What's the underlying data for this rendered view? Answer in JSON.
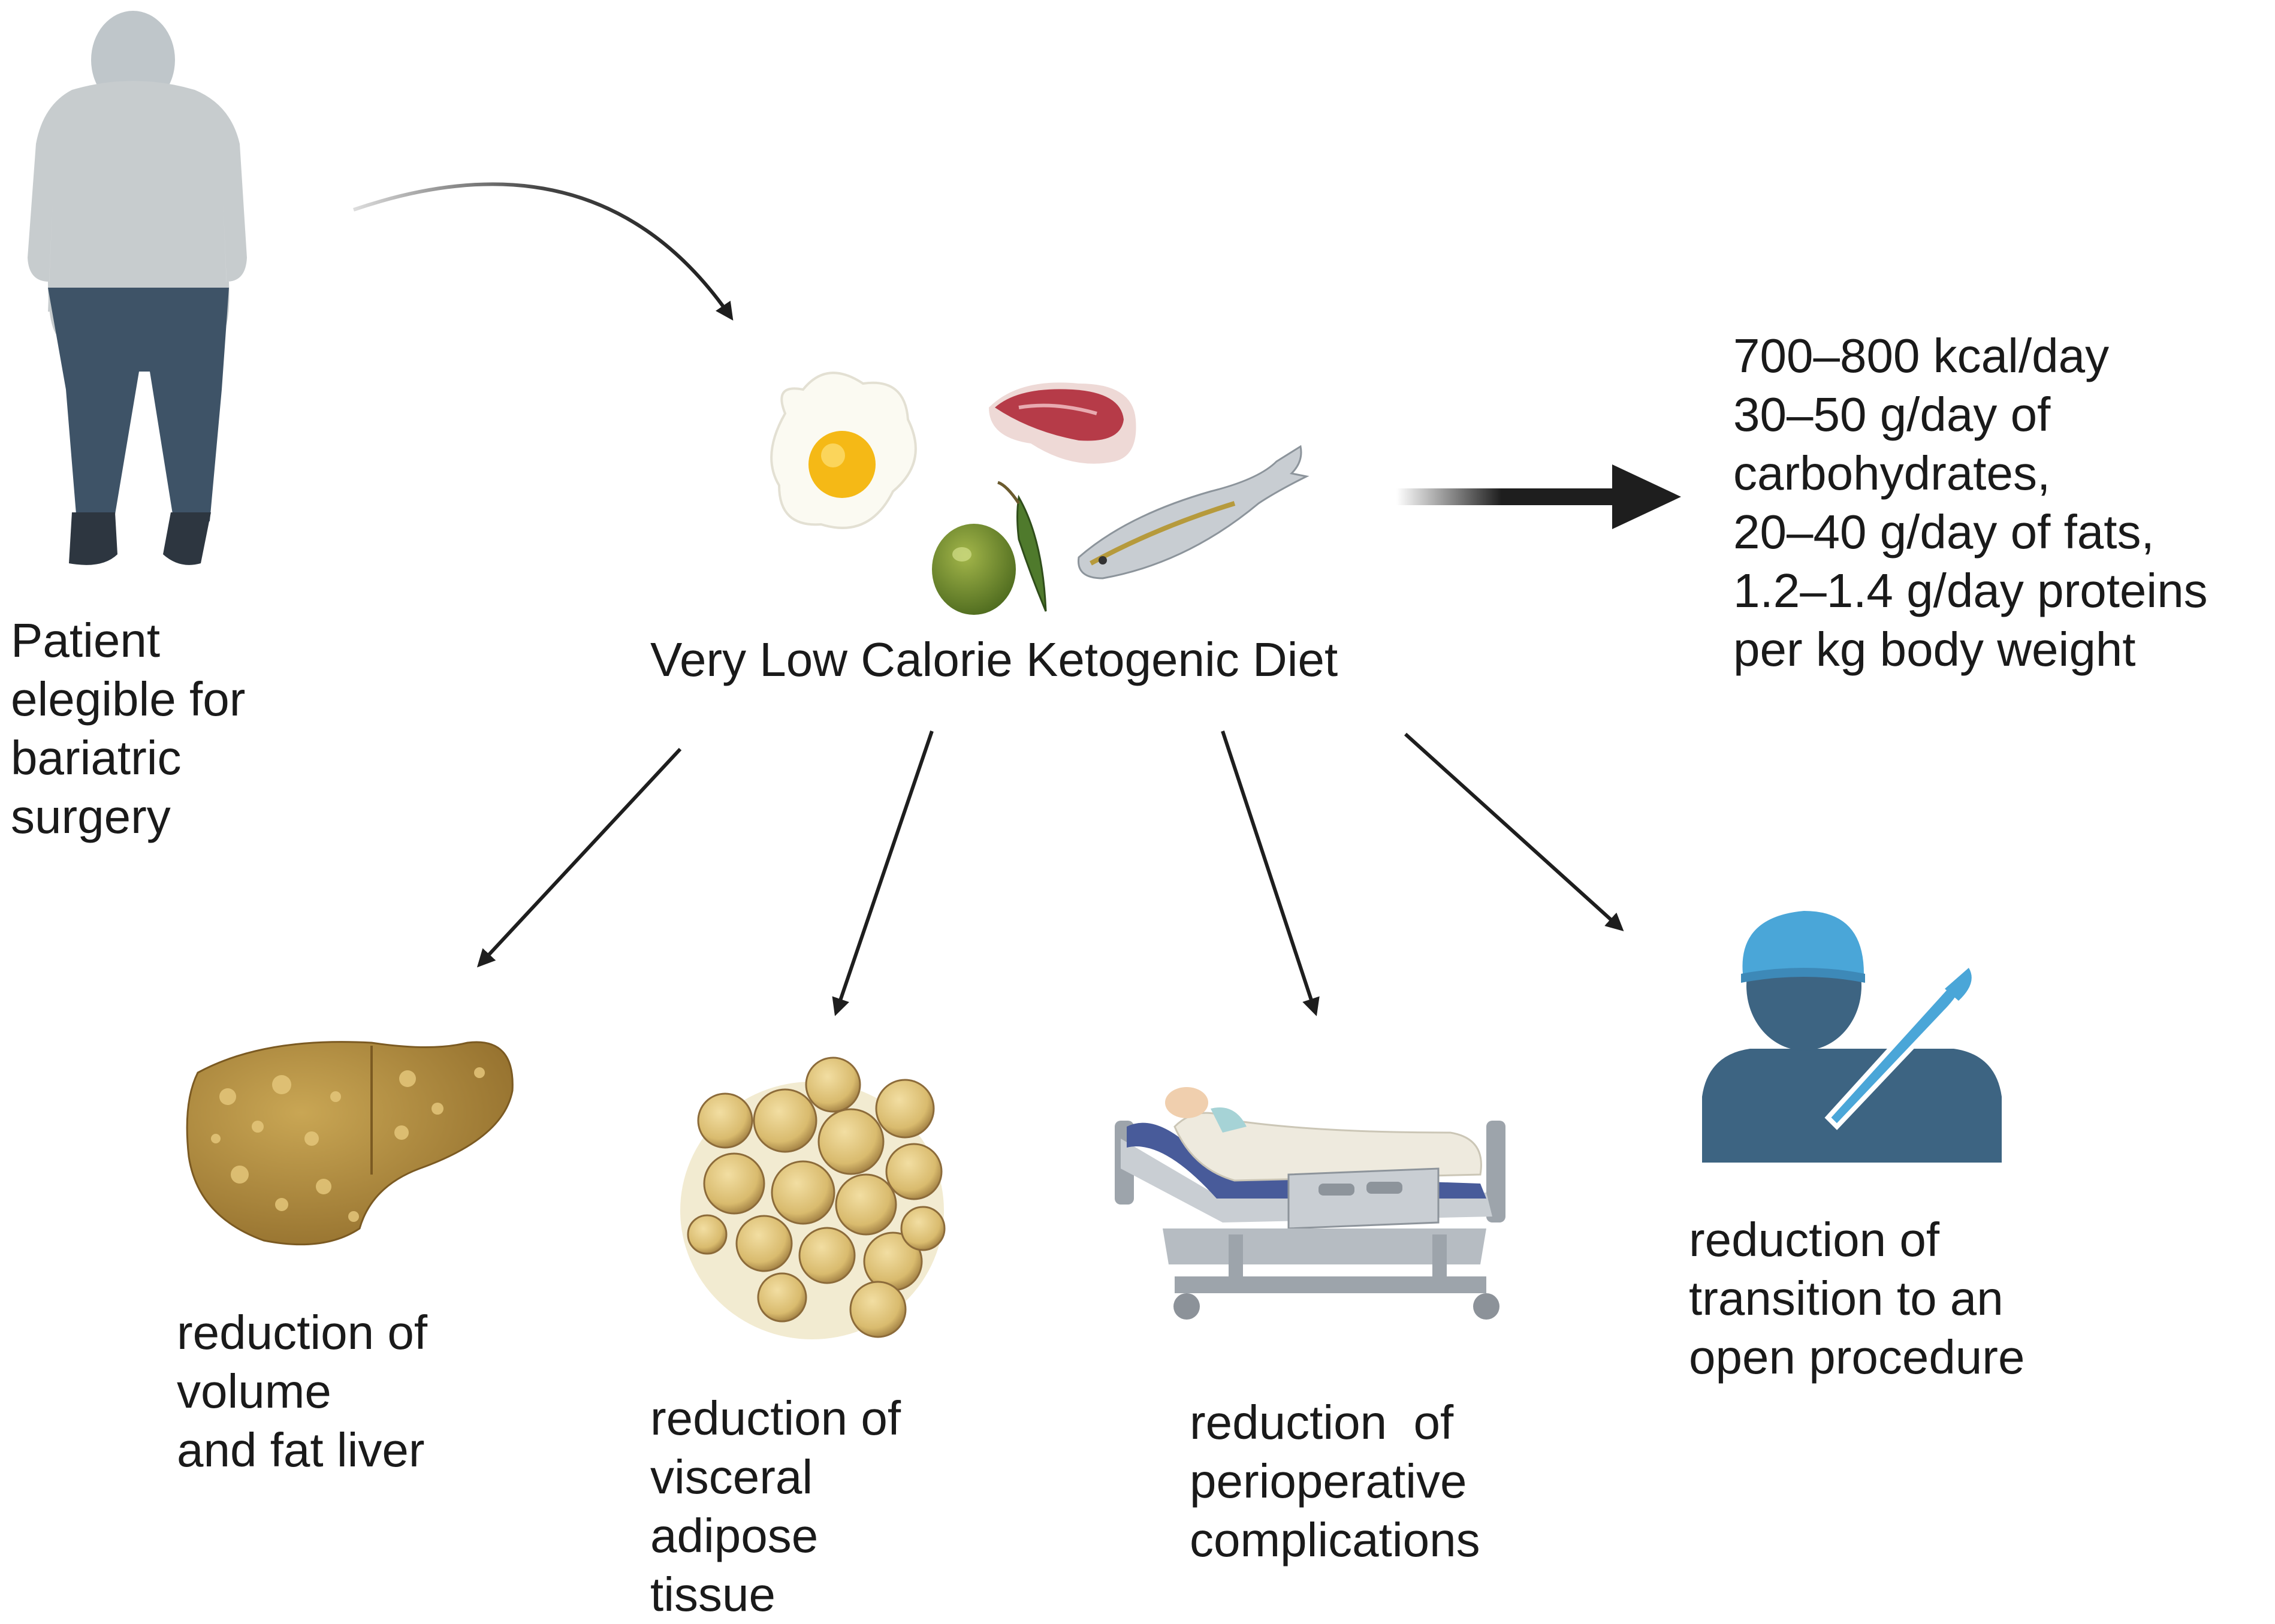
{
  "patient": {
    "lines": [
      "Patient",
      "elegible for",
      "bariatric",
      "surgery"
    ]
  },
  "diet": {
    "title": "Very Low Calorie Ketogenic Diet"
  },
  "composition": {
    "lines": [
      "700–800 kcal/day",
      "30–50 g/day of",
      "carbohydrates,",
      "20–40 g/day of fats,",
      "1.2–1.4 g/day proteins",
      "per kg body weight"
    ]
  },
  "outcomes": {
    "liver": {
      "lines": [
        "reduction of",
        "volume",
        "and fat liver"
      ]
    },
    "adipose": {
      "lines": [
        "reduction of",
        "visceral",
        "adipose",
        "tissue"
      ]
    },
    "periop": {
      "lines": [
        "reduction  of",
        "perioperative",
        "complications"
      ]
    },
    "transition": {
      "lines": [
        "reduction of",
        "transition to an",
        "open procedure"
      ]
    }
  },
  "icons": [
    "patient-silhouette-icon",
    "fried-egg-icon",
    "steak-icon",
    "olive-icon",
    "fish-icon",
    "fatty-liver-icon",
    "adipose-tissue-icon",
    "hospital-bed-icon",
    "surgeon-icon"
  ],
  "colors": {
    "text": "#1a1a1a",
    "arrow": "#1e1e1e",
    "surgeon": "#3d6482",
    "cap": "#4aa6d8",
    "liver": "#b08a3c"
  }
}
